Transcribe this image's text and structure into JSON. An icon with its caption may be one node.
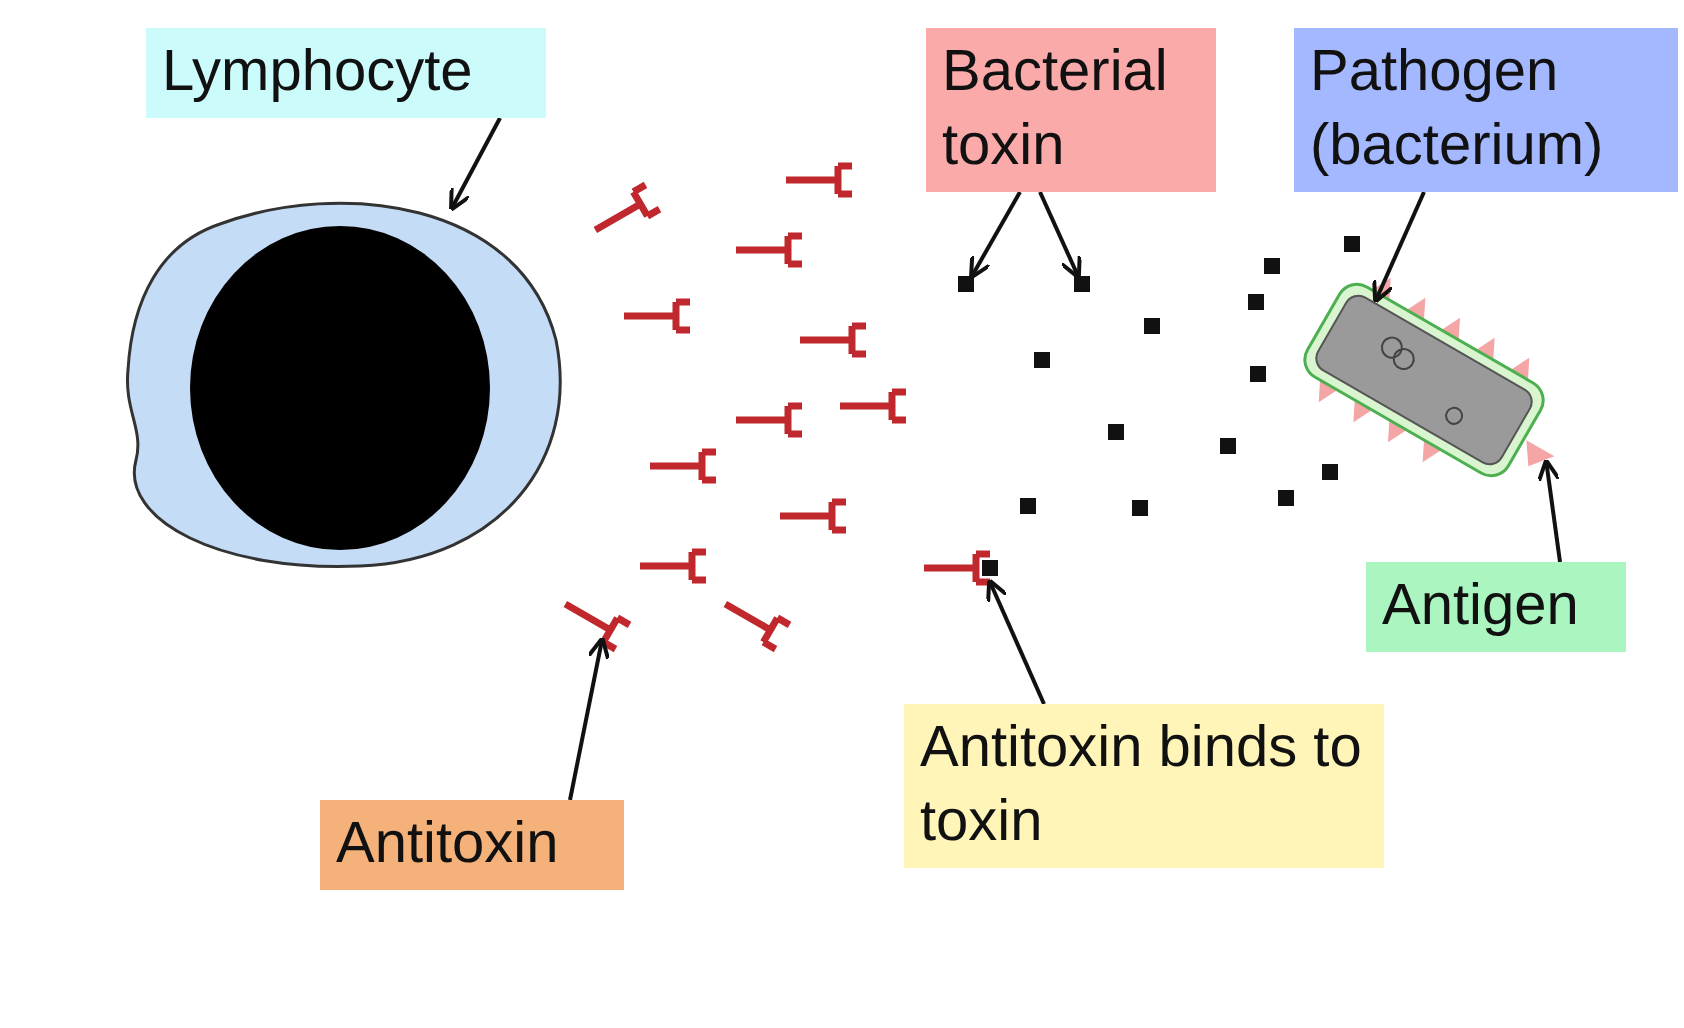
{
  "diagram": {
    "nodes": [
      {
        "text": [
          "Lymphocyte"
        ]
      },
      {
        "text": [],
        "shape": "picture"
      },
      {
        "text": [
          "Bacterial toxin"
        ]
      },
      {
        "text": [],
        "shape": "box"
      },
      {
        "text": [],
        "shape": "box"
      },
      {
        "text": [
          "Pathogen (bacterium)"
        ]
      },
      {
        "text": [],
        "shape": "picture"
      },
      {
        "text": [
          "Antigen"
        ]
      },
      {
        "text": [],
        "shape": "triangle",
        "in": 6
      },
      {
        "text": [
          "Antitoxin"
        ]
      },
      {
        "text": [],
        "shape": "picture"
      },
      {
        "text": [
          "Antitoxin binds to toxin"
        ]
      },
      {
        "text": [],
        "shape": "picture"
      }
    ],
    "edges": [
      {
        "from": 0,
        "to": 1,
        "arrow": "to"
      },
      {
        "from": 2,
        "to": 3,
        "arrow": "to"
      },
      {
        "from": 2,
        "to": 4,
        "arrow": "to"
      },
      {
        "from": 5,
        "to": 6,
        "arrow": "to"
      },
      {
        "from": 7,
        "to": 8,
        "arrow": "to"
      },
      {
        "from": 9,
        "to": 10,
        "arrow": "to"
      },
      {
        "from": 11,
        "to": 12,
        "arrow": "to"
      }
    ]
  }
}
